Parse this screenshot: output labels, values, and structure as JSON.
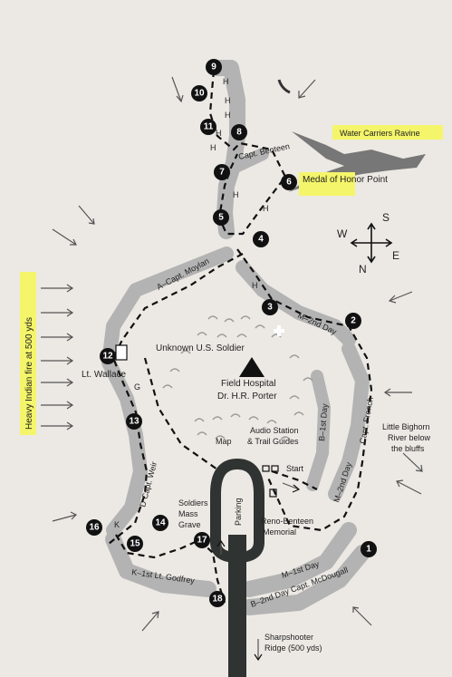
{
  "labels": {
    "water_carriers_ravine": "Water Carriers Ravine",
    "medal_of_honor_point": "Medal of Honor Point",
    "heavy_indian_fire": "Heavy Indian fire at 500 yds",
    "unknown_soldier": "Unknown U.S. Soldier",
    "lt_wallace": "Lt. Wallace",
    "field_hospital_line1": "Field Hospital",
    "field_hospital_line2": "Dr. H.R. Porter",
    "audio_station_line1": "Audio Station",
    "audio_station_line2": "& Trail Guides",
    "map": "Map",
    "start": "Start",
    "parking": "Parking",
    "reno_benteen_line1": "Reno-Benteen",
    "reno_benteen_line2": "Memorial",
    "soldiers_mass_grave_line1": "Soldiers",
    "soldiers_mass_grave_line2": "Mass",
    "soldiers_mass_grave_line3": "Grave",
    "little_bighorn_line1": "Little Bighorn",
    "little_bighorn_line2": "River below",
    "little_bighorn_line3": "the bluffs",
    "sharpshooter_line1": "Sharpshooter",
    "sharpshooter_line2": "Ridge (500 yds)"
  },
  "company_labels": {
    "moylan": "A–Capt. Moylan",
    "benteen": "Capt. Benteen",
    "m_2nd_day": "M–2nd Day",
    "french": "Capt. French",
    "b_1st_day": "B–1st Day",
    "m_2nd_day_lower": "M–2nd Day",
    "m_1st_day": "M–1st Day",
    "mcdougall": "B–2nd Day Capt. McDougall",
    "godfrey": "K–1st Lt. Godfrey",
    "weir": "D Capt. Weir",
    "g": "G",
    "k": "K"
  },
  "compass": {
    "n": "N",
    "s": "S",
    "e": "E",
    "w": "W"
  },
  "h_marker": "H",
  "stops": [
    "1",
    "2",
    "3",
    "4",
    "5",
    "6",
    "7",
    "8",
    "9",
    "10",
    "11",
    "12",
    "13",
    "14",
    "15",
    "16",
    "17",
    "18"
  ],
  "colors": {
    "paper": "#ece9e4",
    "band": "#b3b3b3",
    "highlight": "#f4f56a",
    "marker": "#111111",
    "ink": "#222222"
  }
}
